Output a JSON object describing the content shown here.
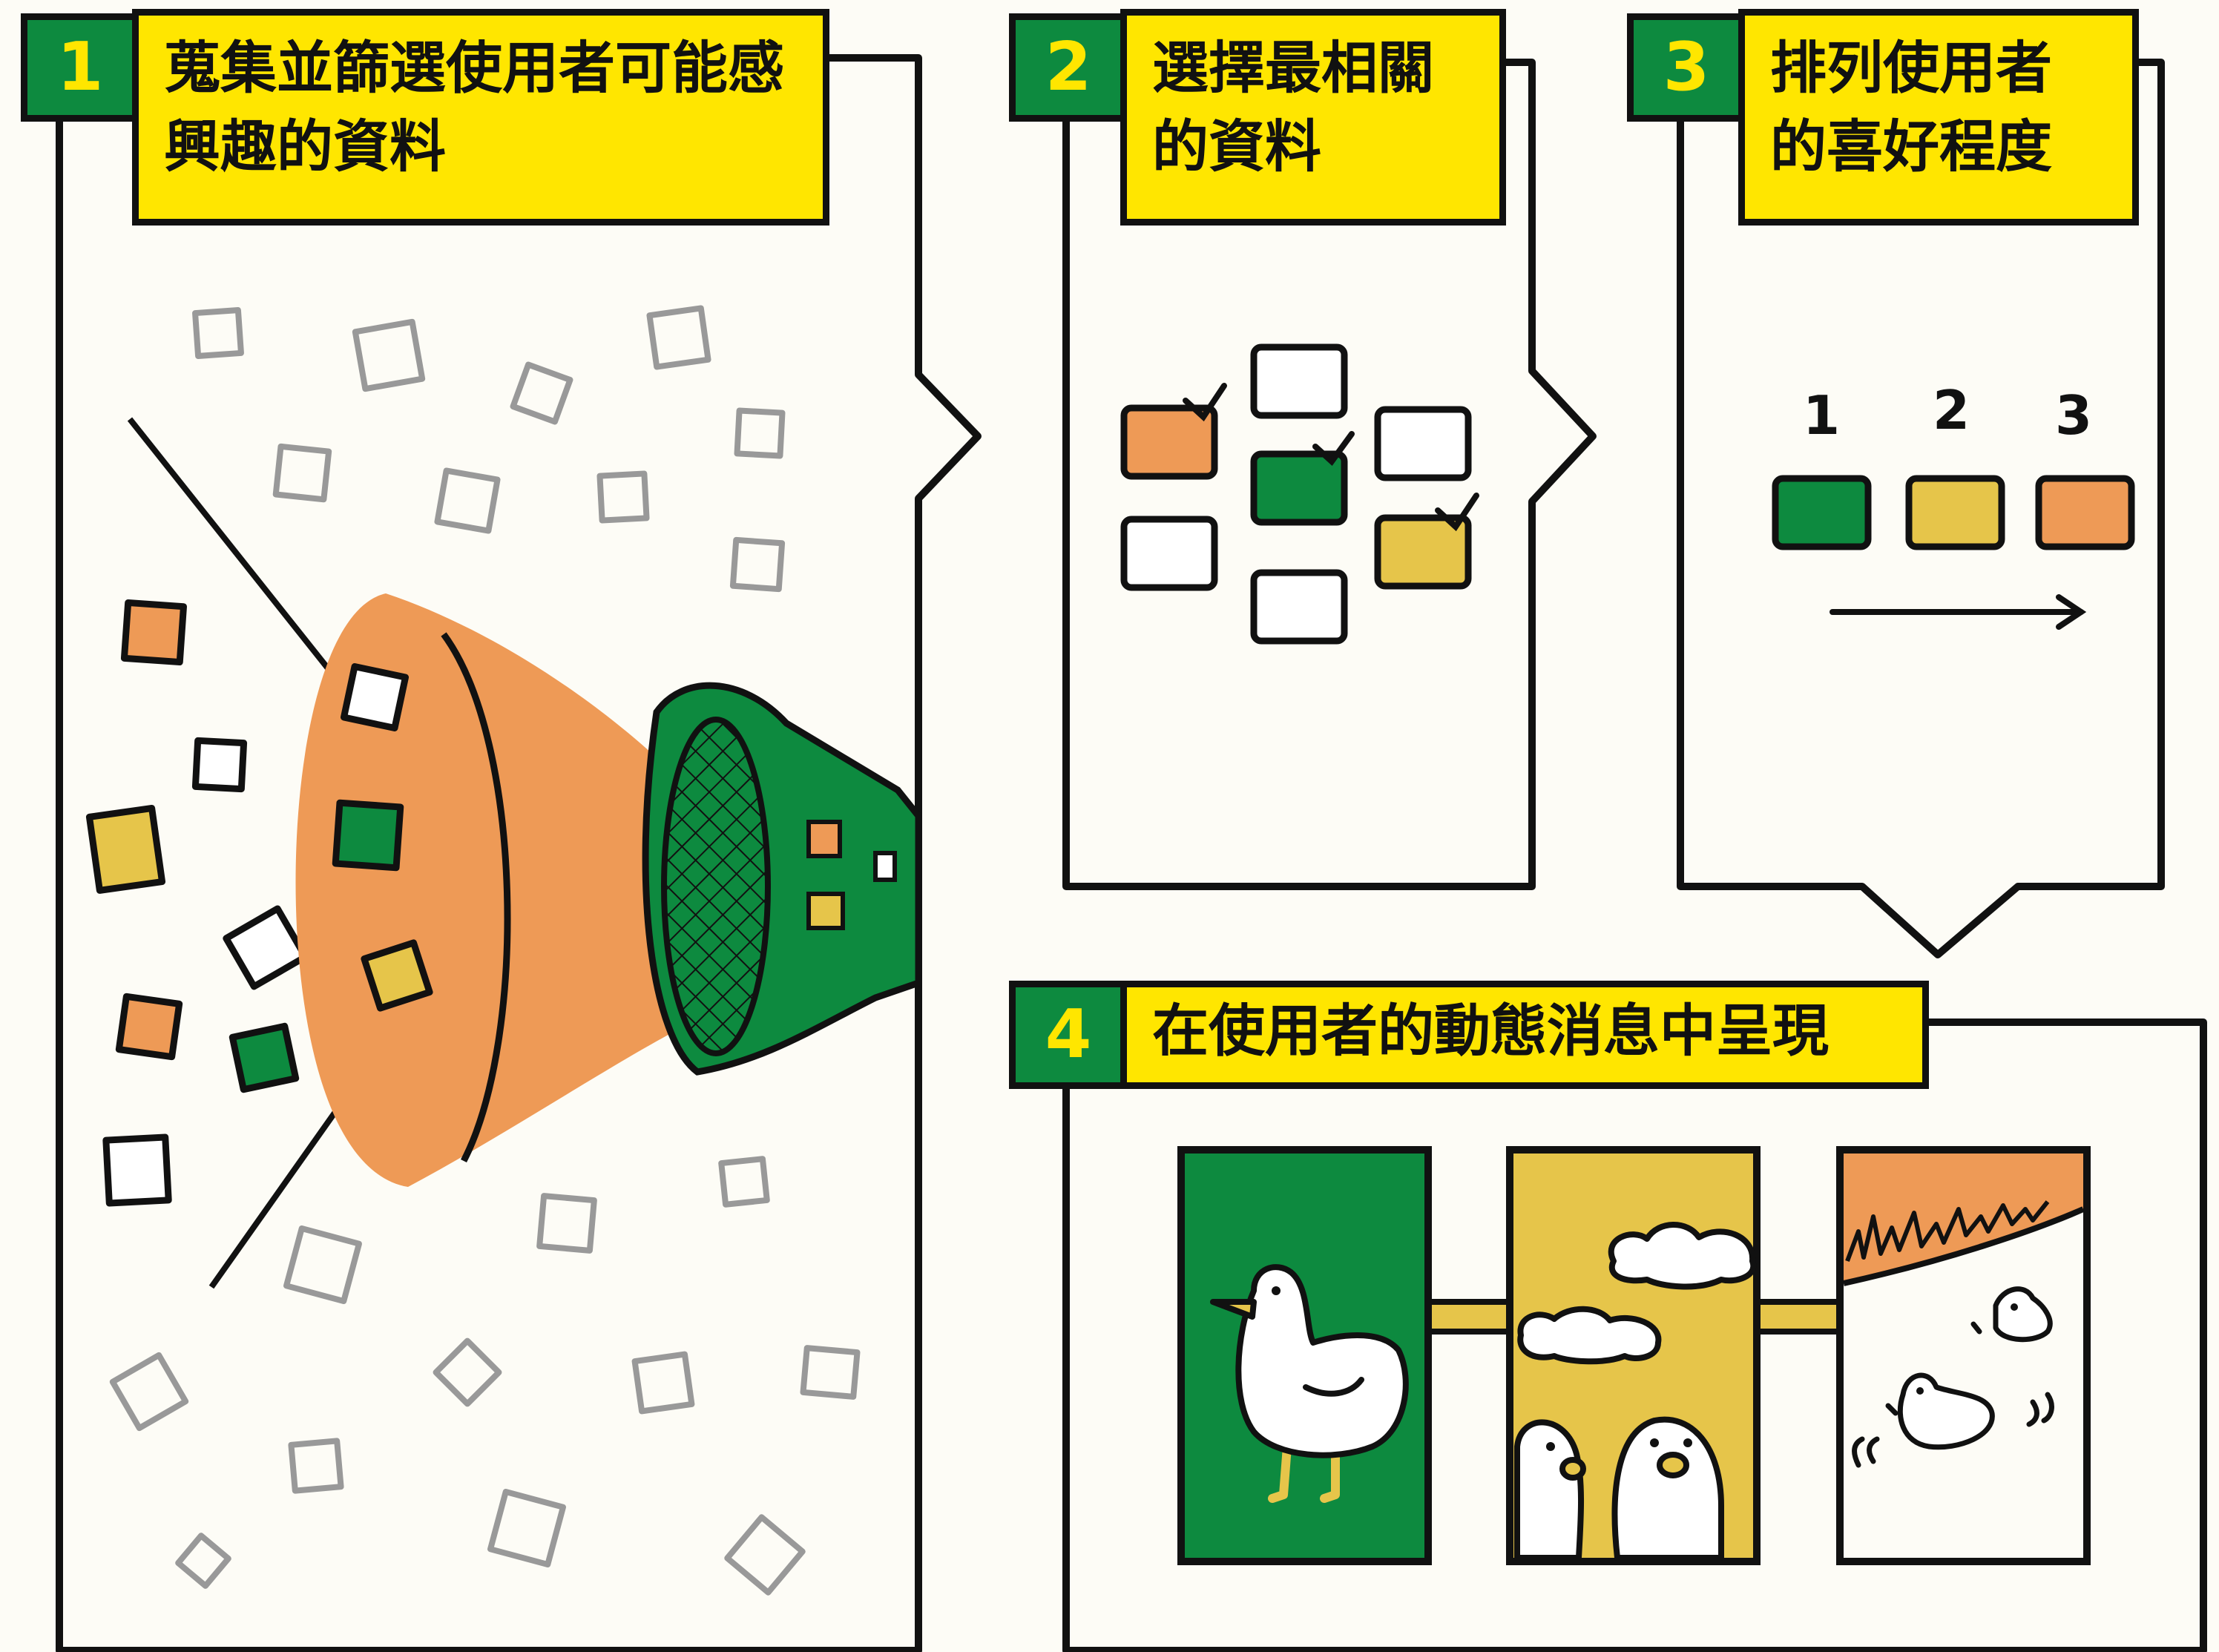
{
  "steps": [
    {
      "number": "1",
      "title": "蒐集並篩選使用者可能感興趣的資料"
    },
    {
      "number": "2",
      "title": "選擇最相關的資料"
    },
    {
      "number": "3",
      "title": "排列使用者的喜好程度"
    },
    {
      "number": "4",
      "title": "在使用者的動態消息中呈現"
    }
  ],
  "ranking": {
    "positions": [
      "1",
      "2",
      "3"
    ]
  },
  "colors": {
    "green": "#0d8a3f",
    "yellow": "#ffe600",
    "orange": "#ee9a56",
    "mustard": "#e6c54a",
    "ink": "#111111",
    "background": "#fdfcf6"
  }
}
